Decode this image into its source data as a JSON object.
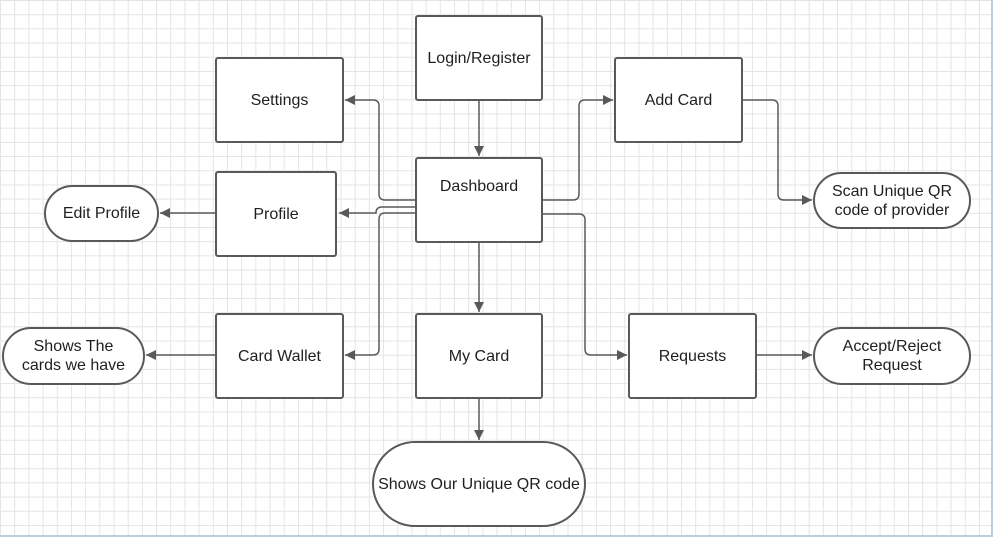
{
  "diagram": {
    "nodes": {
      "login": "Login/Register",
      "dashboard": "Dashboard",
      "settings": "Settings",
      "profile": "Profile",
      "edit_profile": "Edit Profile",
      "card_wallet": "Card Wallet",
      "shows_cards": "Shows The cards we have",
      "my_card": "My Card",
      "shows_qr": "Shows Our Unique QR code",
      "add_card": "Add Card",
      "scan_qr": "Scan Unique QR code of provider",
      "requests": "Requests",
      "accept_reject": "Accept/Reject Request"
    },
    "edges": [
      [
        "Login/Register",
        "Dashboard"
      ],
      [
        "Dashboard",
        "Settings"
      ],
      [
        "Dashboard",
        "Profile"
      ],
      [
        "Profile",
        "Edit Profile"
      ],
      [
        "Dashboard",
        "Card Wallet"
      ],
      [
        "Card Wallet",
        "Shows The cards we have"
      ],
      [
        "Dashboard",
        "My Card"
      ],
      [
        "My Card",
        "Shows Our Unique QR code"
      ],
      [
        "Dashboard",
        "Add Card"
      ],
      [
        "Add Card",
        "Scan Unique QR code of provider"
      ],
      [
        "Dashboard",
        "Requests"
      ],
      [
        "Requests",
        "Accept/Reject Request"
      ]
    ]
  },
  "colors": {
    "stroke": "#595959",
    "grid": "#e4e4e4",
    "frame": "#b9cde3"
  }
}
